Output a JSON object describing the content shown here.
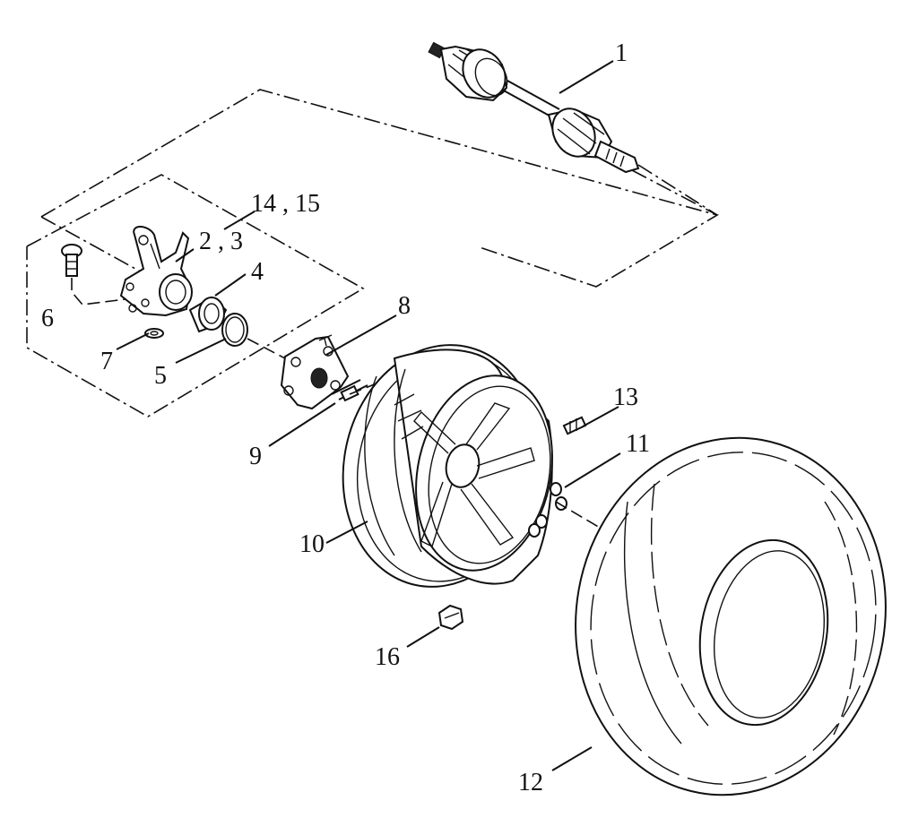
{
  "callouts": {
    "c1": "1",
    "c23": "2 , 3",
    "c4": "4",
    "c5": "5",
    "c6": "6",
    "c7": "7",
    "c8": "8",
    "c9": "9",
    "c10": "10",
    "c11": "11",
    "c12": "12",
    "c13": "13",
    "c1415": "14 , 15",
    "c16": "16"
  }
}
